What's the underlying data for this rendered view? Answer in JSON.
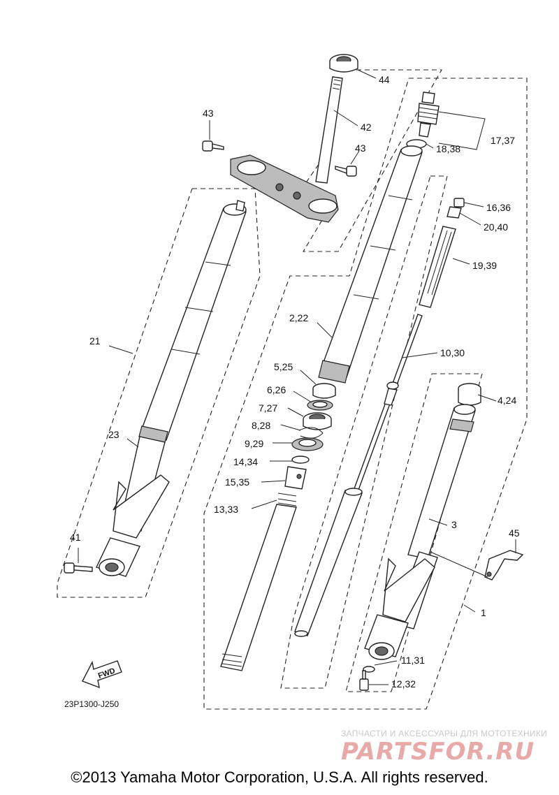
{
  "callouts": [
    {
      "id": "44",
      "text": "44"
    },
    {
      "id": "43a",
      "text": "43"
    },
    {
      "id": "42",
      "text": "42"
    },
    {
      "id": "43b",
      "text": "43"
    },
    {
      "id": "17_37",
      "text": "17,37"
    },
    {
      "id": "18_38",
      "text": "18,38"
    },
    {
      "id": "16_36",
      "text": "16,36"
    },
    {
      "id": "20_40",
      "text": "20,40"
    },
    {
      "id": "19_39",
      "text": "19,39"
    },
    {
      "id": "2_22",
      "text": "2,22"
    },
    {
      "id": "21",
      "text": "21"
    },
    {
      "id": "10_30",
      "text": "10,30"
    },
    {
      "id": "5_25",
      "text": "5,25"
    },
    {
      "id": "6_26",
      "text": "6,26"
    },
    {
      "id": "4_24",
      "text": "4,24"
    },
    {
      "id": "7_27",
      "text": "7,27"
    },
    {
      "id": "8_28",
      "text": "8,28"
    },
    {
      "id": "23",
      "text": "23"
    },
    {
      "id": "9_29",
      "text": "9,29"
    },
    {
      "id": "14_34",
      "text": "14,34"
    },
    {
      "id": "15_35",
      "text": "15,35"
    },
    {
      "id": "13_33",
      "text": "13,33"
    },
    {
      "id": "3",
      "text": "3"
    },
    {
      "id": "45",
      "text": "45"
    },
    {
      "id": "41",
      "text": "41"
    },
    {
      "id": "1",
      "text": "1"
    },
    {
      "id": "11_31",
      "text": "11,31"
    },
    {
      "id": "12_32",
      "text": "12,32"
    }
  ],
  "fwd_label": "FWD",
  "diagram_code": "23P1300-J250",
  "watermark": {
    "tagline": "ЗАПЧАСТИ И АКСЕССУАРЫ ДЛЯ МОТОТЕХНИКИ",
    "logo": "PARTSFOR.RU"
  },
  "copyright": "©2013 Yamaha Motor Corporation, U.S.A. All rights reserved."
}
